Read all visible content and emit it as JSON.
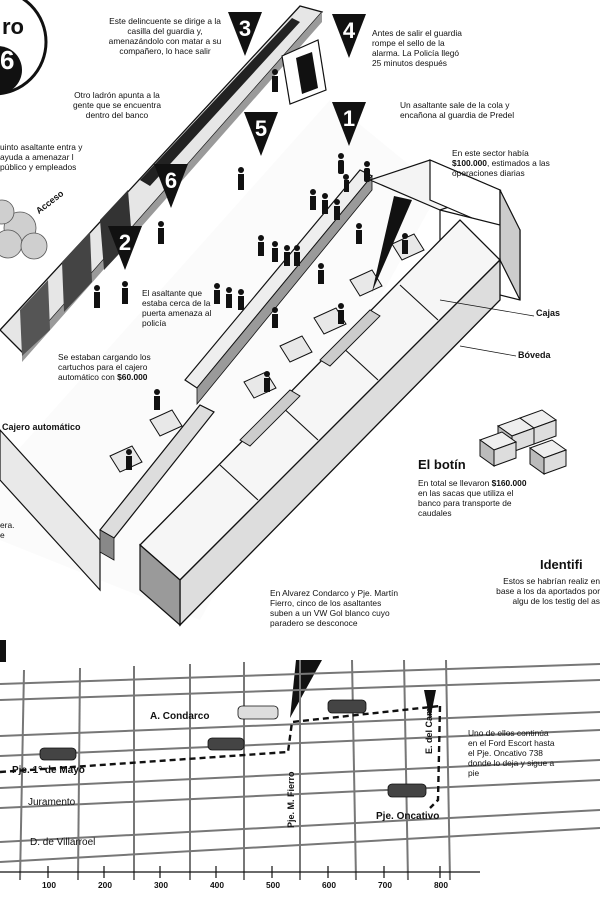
{
  "title_fragment": "ro",
  "title_digit": "6",
  "steps": [
    {
      "n": "3"
    },
    {
      "n": "4"
    },
    {
      "n": "1"
    },
    {
      "n": "5"
    },
    {
      "n": "6"
    },
    {
      "n": "2"
    }
  ],
  "annotations": {
    "delincuente": "Este delincuente se dirige a la casilla del guardia y, amenazándolo con matar a su compañero, lo hace salir",
    "guardia": "Antes de salir el guardia rompe el sello de la alarma. La Policía llegó 25 minutos después",
    "otro_ladron": "Otro ladrón apunta a la gente que se encuentra dentro del banco",
    "asaltante_cola": "Un asaltante sale de la cola y encañona al guardia de Predel",
    "quinto": "uinto asaltante entra y ayuda a amenazar l público y empleados",
    "sector_pre": "En este sector había",
    "sector_amount": "$100.000",
    "sector_post": ", estimados a las operaciones diarias",
    "acceso": "Acceso",
    "asaltante_puerta": "El asaltante que estaba cerca de la puerta amenaza al policía",
    "cajero_pre": "Se estaban cargando los cartuchos para el cajero automático con",
    "cajero_amount": "$60.000",
    "cajero_auto": "Cajero automático",
    "cajas": "Cajas",
    "boveda": "Bóveda",
    "left_edge": "era. e",
    "botin_title": "El botín",
    "botin_pre": "En total se llevaron",
    "botin_amount": "$160.000",
    "botin_post": "en las sacas que utiliza el banco para transporte de caudales",
    "ident_title": "Identifi",
    "ident_text": "Estos se habrían realiz en base a los da aportados por algu de los testig del as",
    "escape1": "En Alvarez Condarco y Pje. Martín Fierro, cinco de los asaltantes suben a un VW Gol blanco cuyo paradero se desconoce",
    "escape2": "Uno de ellos continúa en el Ford Escort hasta el Pje. Oncativo 738 donde lo deja y sigue a pie"
  },
  "map": {
    "streets": {
      "condarco": "A. Condarco",
      "mayo": "Pje. 1° de Mayo",
      "juramento": "Juramento",
      "villarroel": "D. de Villarroel",
      "fierro": "Pje. M. Fierro",
      "campo": "E. del Campo",
      "oncativo": "Pje. Oncativo"
    },
    "scale": [
      "100",
      "200",
      "300",
      "400",
      "500",
      "600",
      "700",
      "800"
    ]
  },
  "colors": {
    "ink": "#111111",
    "paper": "#ffffff",
    "shade": "#8a8a8a",
    "light": "#d6d6d6"
  }
}
